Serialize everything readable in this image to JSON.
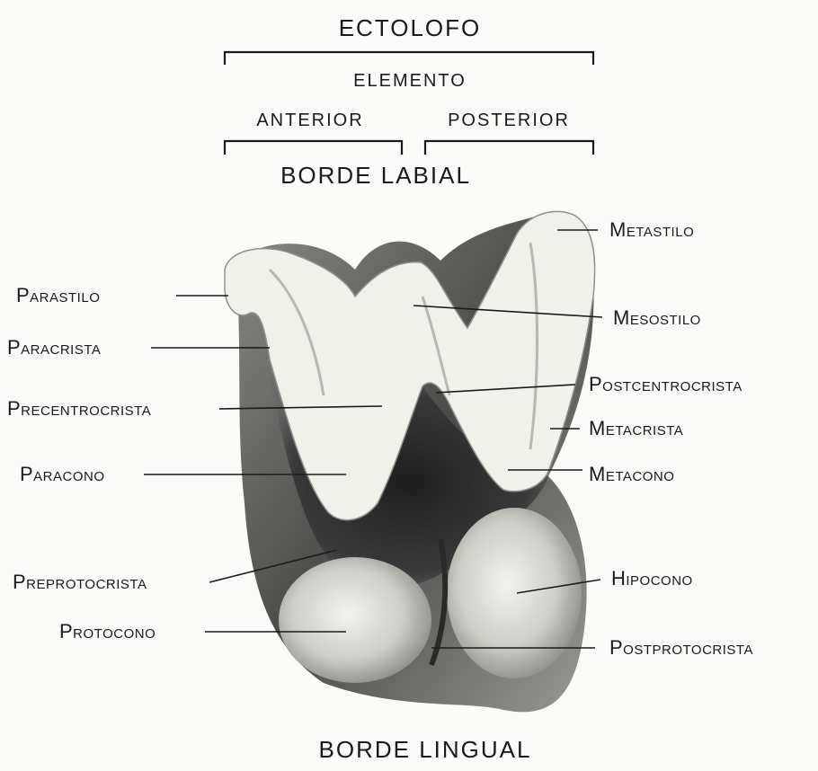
{
  "header": {
    "ectolofo": "ECTOLOFO",
    "elemento": "ELEMENTO",
    "anterior": "ANTERIOR",
    "posterior": "POSTERIOR",
    "borde_labial": "BORDE LABIAL"
  },
  "footer": {
    "borde_lingual": "BORDE LINGUAL"
  },
  "labels": {
    "metastilo": "Metastilo",
    "parastilo": "Parastilo",
    "mesostilo": "Mesostilo",
    "paracrista": "Paracrista",
    "postcentrocrista": "Postcentrocrista",
    "precentrocrista": "Precentrocrista",
    "metacrista": "Metacrista",
    "paracono": "Paracono",
    "metacono": "Metacono",
    "hipocono": "Hipocono",
    "preprotocrista": "Preprotocrista",
    "protocono": "Protocono",
    "postprotocrista": "Postprotocrista"
  },
  "colors": {
    "enamel": "#f4f4f0",
    "dentine_dark": "#2c2c2c",
    "shadow": "#5a5a5a",
    "mid_gray": "#9a9a96"
  }
}
